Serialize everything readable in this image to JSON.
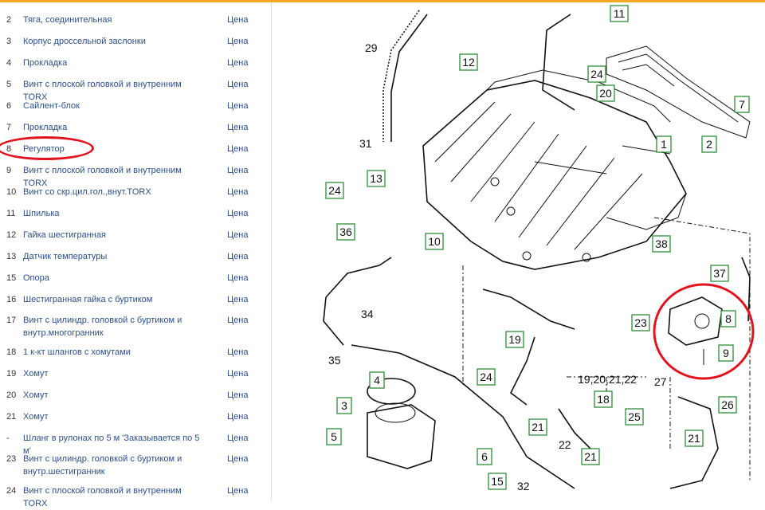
{
  "parts_list": {
    "price_label": "Цена",
    "rows": [
      {
        "num": "2",
        "name": "Тяга, соединительная"
      },
      {
        "num": "3",
        "name": "Корпус дроссельной заслонки"
      },
      {
        "num": "4",
        "name": "Прокладка"
      },
      {
        "num": "5",
        "name": "Винт с плоской головкой и внутренним TORX"
      },
      {
        "num": "6",
        "name": "Сайлент-блок"
      },
      {
        "num": "7",
        "name": "Прокладка"
      },
      {
        "num": "8",
        "name": "Регулятор"
      },
      {
        "num": "9",
        "name": "Винт с плоской головкой и внутренним TORX"
      },
      {
        "num": "10",
        "name": "Винт со скр.цил.гол.,внут.TORX"
      },
      {
        "num": "11",
        "name": "Шпилька"
      },
      {
        "num": "12",
        "name": "Гайка шестигранная"
      },
      {
        "num": "13",
        "name": "Датчик температуры"
      },
      {
        "num": "15",
        "name": "Опора"
      },
      {
        "num": "16",
        "name": "Шестигранная гайка с буртиком"
      },
      {
        "num": "17",
        "name": "Винт с цилиндр. головкой с буртиком и внутр.многогранник"
      },
      {
        "num": "18",
        "name": "1 к-кт шлангов с хомутами"
      },
      {
        "num": "19",
        "name": "Хомут"
      },
      {
        "num": "20",
        "name": "Хомут"
      },
      {
        "num": "21",
        "name": "Хомут"
      },
      {
        "num": "-",
        "name": "Шланг в рулонах по 5 м 'Заказывается по 5 м'"
      },
      {
        "num": "23",
        "name": "Винт с цилиндр. головкой с буртиком и внутр.шестигранник"
      },
      {
        "num": "24",
        "name": "Винт с плоской головкой и внутренним TORX"
      }
    ]
  },
  "diagram": {
    "boxed_labels": [
      "11",
      "12",
      "24",
      "20",
      "7",
      "1",
      "2",
      "13",
      "24",
      "36",
      "10",
      "38",
      "37",
      "8",
      "9",
      "23",
      "19",
      "24",
      "4",
      "3",
      "5",
      "21",
      "18",
      "21",
      "25",
      "21",
      "26",
      "6",
      "15"
    ],
    "plain_labels": [
      "29",
      "31",
      "34",
      "35",
      "19,20,21,22",
      "22",
      "27",
      "32"
    ]
  },
  "colors": {
    "accent_bar": "#f5a623",
    "link": "#2c4f8a",
    "highlight": "#e0131f",
    "label_box": "#2e8b3a"
  }
}
